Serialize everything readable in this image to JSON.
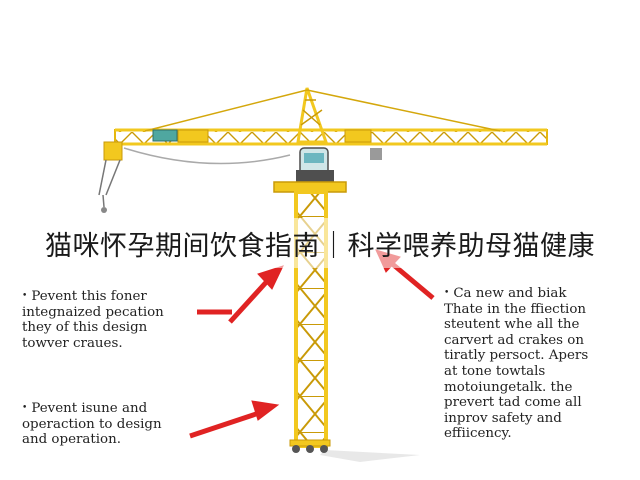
{
  "headline": "猫咪怀孕期间饮食指南｜科学喂养助母猫健康",
  "notes": {
    "left_1": {
      "bullet": "•",
      "text": "Pevent this foner\nintegnaized pecation\nthey of this design\ntowver craues."
    },
    "left_2": {
      "bullet": "•",
      "text": "Pevent isune and\noperaction to design\nand operation."
    },
    "right_1": {
      "bullet": "•",
      "text": "Ca new and biak\nThate in the ffiection\nsteutent whe all the\ncarvert ad crakes on\ntiratly persoct. Apers\nat tone towtals\nmotoiungetalk. the\nprevert tad come all\ninprov safety and\neffiicency."
    }
  },
  "colors": {
    "crane_yellow": "#f2c81f",
    "crane_outline": "#c99a08",
    "arrow_red": "#e02323",
    "cab_teal": "#4fa7a0"
  },
  "icons": [
    "tower-crane-illustration",
    "red-arrow-icon"
  ]
}
